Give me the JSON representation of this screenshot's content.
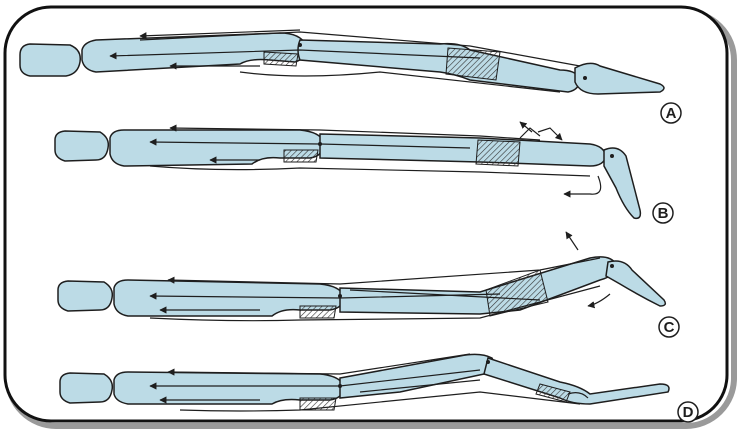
{
  "colors": {
    "bone_fill": "#bcdbe6",
    "outline": "#1e1e1e",
    "frame_border": "#111111",
    "shadow": "#9a9a9a",
    "background": "#ffffff"
  },
  "panels": [
    {
      "id": "A",
      "label": "A"
    },
    {
      "id": "B",
      "label": "B"
    },
    {
      "id": "C",
      "label": "C"
    },
    {
      "id": "D",
      "label": "D"
    }
  ]
}
